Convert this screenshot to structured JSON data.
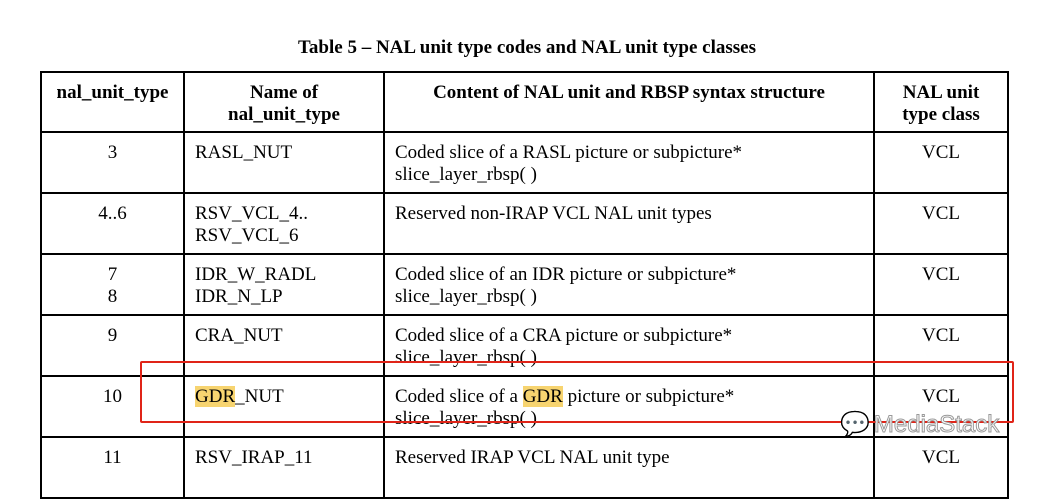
{
  "title": "Table 5 – NAL unit type codes and NAL unit type classes",
  "headers": {
    "type": "nal_unit_type",
    "name": "Name of nal_unit_type",
    "content": "Content of NAL unit and RBSP syntax structure",
    "cls": "NAL unit type class"
  },
  "rows": [
    {
      "type": "3",
      "name": "RASL_NUT",
      "c1": "Coded slice of a RASL picture or subpicture*",
      "c2": "slice_layer_rbsp( )",
      "cls": "VCL"
    },
    {
      "type": "4..6",
      "name": "RSV_VCL_4..",
      "name2": "RSV_VCL_6",
      "c1": "Reserved non-IRAP VCL NAL unit types",
      "cls": "VCL"
    },
    {
      "type": "7",
      "type2": "8",
      "name": "IDR_W_RADL",
      "name2": "IDR_N_LP",
      "c1": "Coded slice of an IDR picture or subpicture*",
      "c2": "slice_layer_rbsp( )",
      "cls": "VCL"
    },
    {
      "type": "9",
      "name": "CRA_NUT",
      "c1": "Coded slice of a CRA picture or subpicture*",
      "c2": "slice_layer_rbsp( )",
      "cls": "VCL"
    },
    {
      "type": "10",
      "name_hl": "GDR",
      "name_rest": "_NUT",
      "c1a": "Coded slice of a ",
      "c1hl": "GDR",
      "c1b": " picture or subpicture*",
      "c2": "slice_layer_rbsp( )",
      "cls": "VCL"
    },
    {
      "type": "11",
      "name": "RSV_IRAP_11",
      "c1": "Reserved IRAP VCL NAL unit type",
      "cls": "VCL"
    }
  ],
  "watermark": "MediaStack"
}
